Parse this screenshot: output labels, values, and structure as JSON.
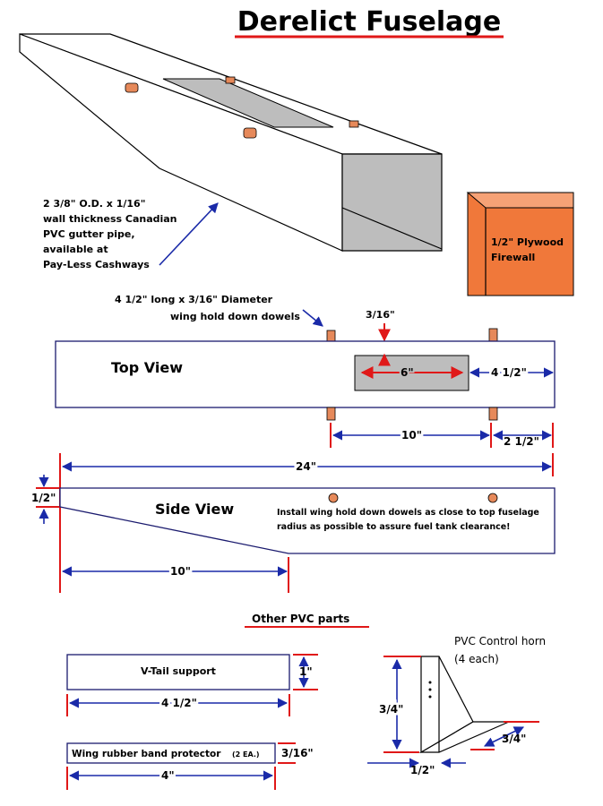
{
  "title": "Derelict Fuselage",
  "pipe_note": [
    "2 3/8\" O.D. x 1/16\"",
    "wall thickness Canadian",
    "PVC gutter pipe,",
    "available at",
    "Pay-Less Cashways"
  ],
  "firewall_label": [
    "1/2\" Plywood",
    "Firewall"
  ],
  "dowel_note": [
    "4 1/2\" long x 3/16\" Diameter",
    "wing hold down dowels"
  ],
  "top_view": {
    "label": "Top View",
    "dim_3_16": "3/16\"",
    "dim_6": "6\"",
    "dim_4_1_2": "4 1/2\"",
    "dim_10": "10\"",
    "dim_2_1_2": "2 1/2\""
  },
  "side_view": {
    "label": "Side View",
    "dim_24": "24\"",
    "dim_1_2": "1/2\"",
    "dim_10": "10\"",
    "note": [
      "Install wing hold down dowels as close to top fuselage",
      "radius as possible to assure fuel tank clearance!"
    ]
  },
  "other_parts": {
    "heading": "Other PVC parts",
    "vtail_label": "V-Tail support",
    "vtail_height": "1\"",
    "vtail_width": "4 1/2\"",
    "protector_label": "Wing rubber band protector",
    "protector_qty": "(2 EA.)",
    "protector_height": "3/16\"",
    "protector_width": "4\"",
    "horn_title": [
      "PVC Control horn",
      "(4 each)"
    ],
    "horn_height": "3/4\"",
    "horn_base": "1/2\"",
    "horn_diag": "3/4\""
  },
  "colors": {
    "red": "#e01818",
    "blue": "#1a2aa8",
    "orange": "#f0783a",
    "dowel": "#e6895a",
    "gray": "#bdbdbd"
  }
}
